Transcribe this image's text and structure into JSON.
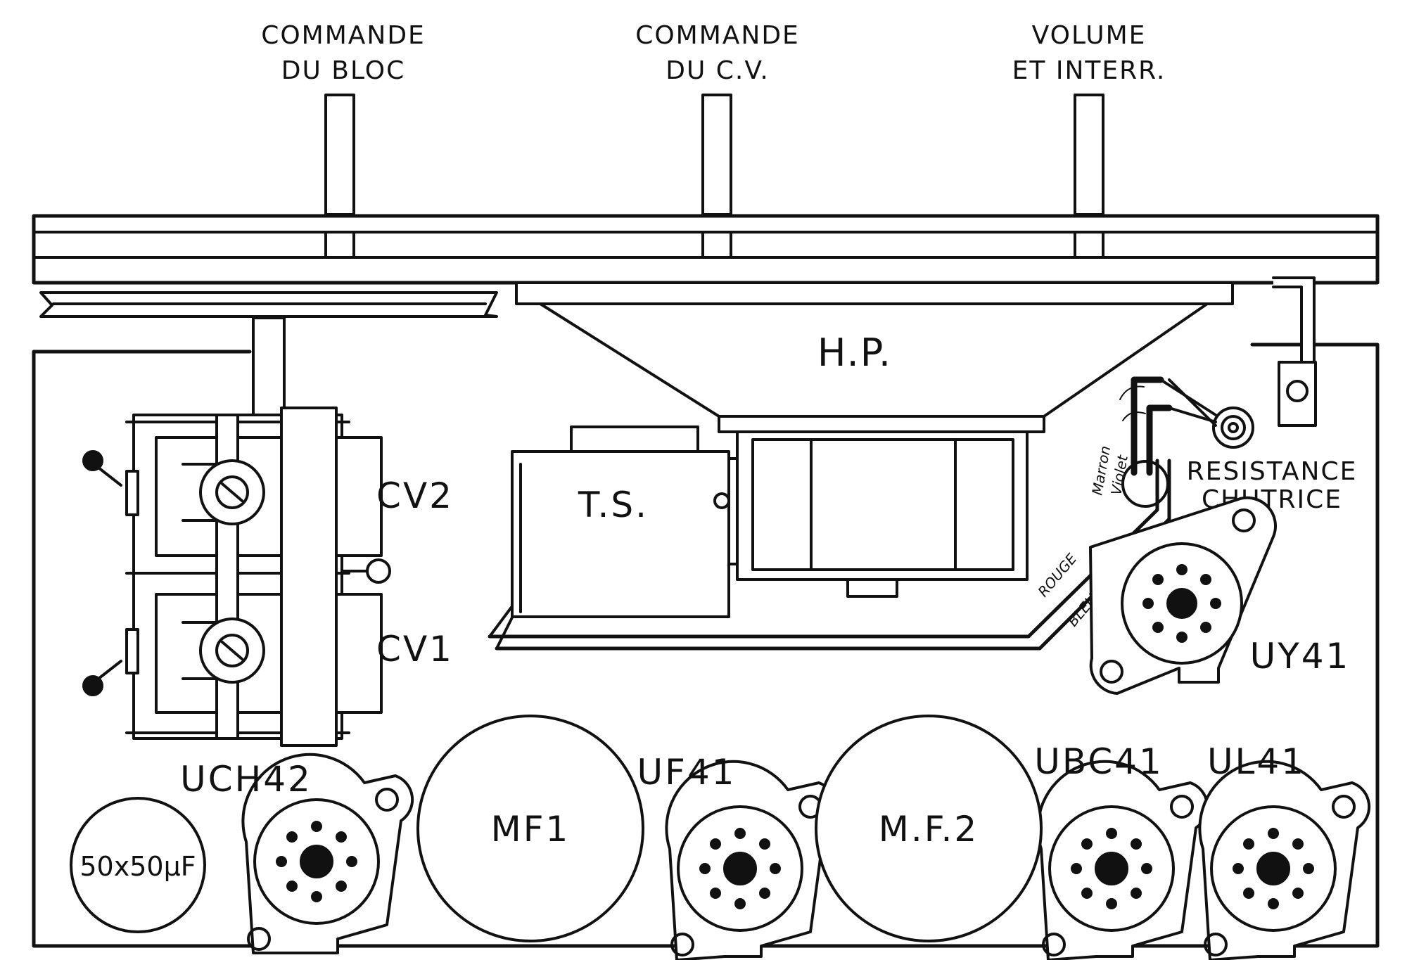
{
  "labels": {
    "commande_bloc_1": "COMMANDE",
    "commande_bloc_2": "DU BLOC",
    "commande_cv_1": "COMMANDE",
    "commande_cv_2": "DU C.V.",
    "volume_1": "VOLUME",
    "volume_2": "ET INTERR.",
    "hp": "H.P.",
    "ts": "T.S.",
    "cv2": "CV2",
    "cv1": "CV1",
    "marron": "Marron",
    "violet": "Violet",
    "rouge": "ROUGE",
    "bleu": "BLEU",
    "resistance_1": "RESISTANCE",
    "resistance_2": "CHUTRICE",
    "uy41": "UY41",
    "uch42": "UCH42",
    "mf1": "MF1",
    "uf41": "UF41",
    "mf2": "M.F.2",
    "ubc41": "UBC41",
    "ul41": "UL41",
    "capacitor": "50x50µF"
  },
  "colors": {
    "ink": "#111111",
    "paper": "#ffffff"
  }
}
